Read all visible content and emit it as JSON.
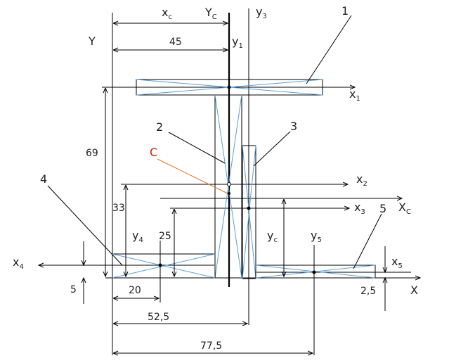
{
  "labels": {
    "xc_top": "x",
    "xc_top_sub": "c",
    "Yc": "Y",
    "Yc_sub": "C",
    "y3": "y",
    "y3_sub": "3",
    "y1": "y",
    "y1_sub": "1",
    "Y": "Y",
    "x1": "x",
    "x1_sub": "1",
    "x2": "x",
    "x2_sub": "2",
    "x3": "x",
    "x3_sub": "3",
    "Xc": "X",
    "Xc_sub": "C",
    "x4": "x",
    "x4_sub": "4",
    "x5": "x",
    "x5_sub": "5",
    "X": "X",
    "y4": "y",
    "y4_sub": "4",
    "yc": "y",
    "yc_sub": "c",
    "y5": "y",
    "y5_sub": "5",
    "C": "C"
  },
  "part_numbers": {
    "p1": "1",
    "p2": "2",
    "p3": "3",
    "p4": "4",
    "p5": "5"
  },
  "dimensions": {
    "d45": "45",
    "d69": "69",
    "d33": "33",
    "d25": "25",
    "d5": "5",
    "d20": "20",
    "d52_5": "52,5",
    "d77_5": "77,5",
    "d2_5": "2,5"
  },
  "colors": {
    "diagonal": "#5aa0d8",
    "leader_c": "#e07020",
    "label_c": "#cc2200"
  }
}
